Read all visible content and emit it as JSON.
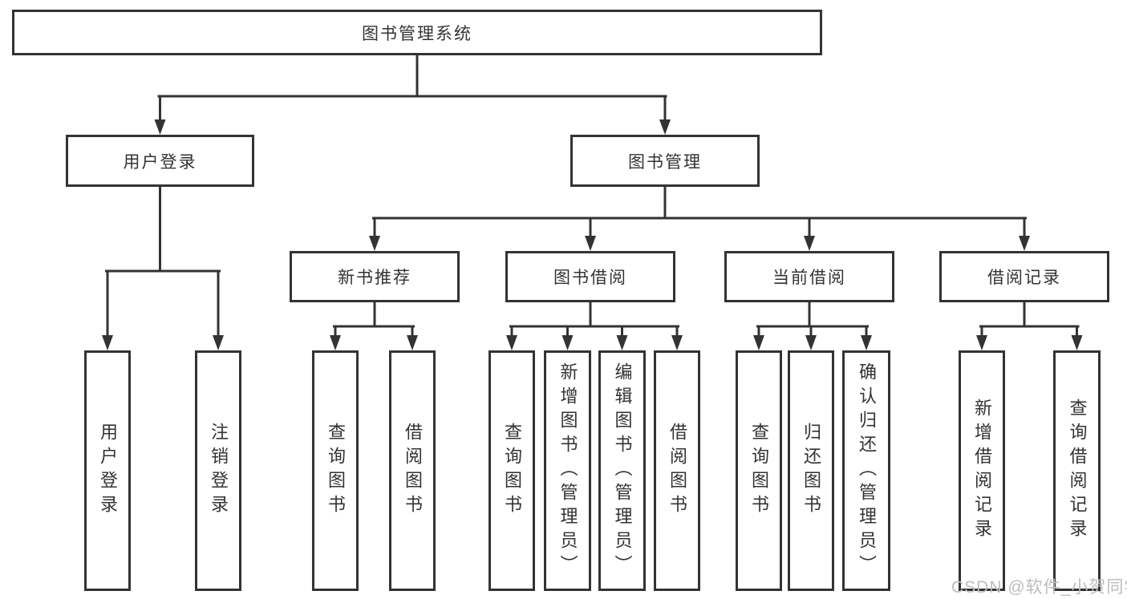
{
  "tree": {
    "root": "图书管理系统",
    "branches": [
      {
        "label": "用户登录",
        "children": [
          "用户登录",
          "注销登录"
        ]
      },
      {
        "label": "图书管理",
        "groups": [
          {
            "label": "新书推荐",
            "children": [
              "查询图书",
              "借阅图书"
            ]
          },
          {
            "label": "图书借阅",
            "children": [
              "查询图书",
              "新增图书（管理员）",
              "编辑图书（管理员）",
              "借阅图书"
            ]
          },
          {
            "label": "当前借阅",
            "children": [
              "查询图书",
              "归还图书",
              "确认归还（管理员）"
            ]
          },
          {
            "label": "借阅记录",
            "children": [
              "新增借阅记录",
              "查询借阅记录"
            ]
          }
        ]
      }
    ]
  },
  "watermark": {
    "text": "CSDN @软件_小贺同学",
    "color": "#bdbdbd"
  },
  "colors": {
    "line": "#333333",
    "text": "#333333",
    "box_fill": "#ffffff",
    "background": "#ffffff"
  }
}
